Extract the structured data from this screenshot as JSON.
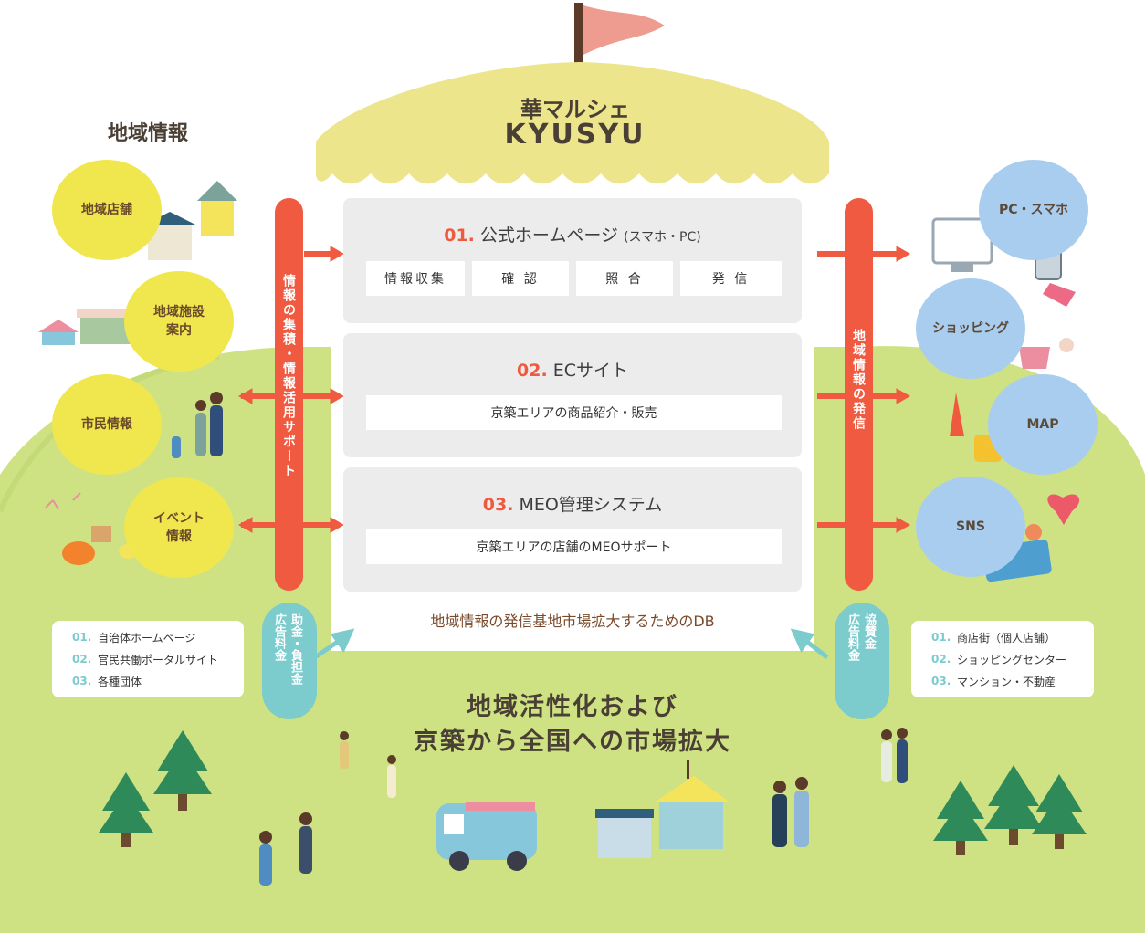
{
  "title": {
    "line1": "華マルシェ",
    "line2": "KYUSYU"
  },
  "left_heading": "地域情報",
  "left_circles": [
    {
      "id": "shop",
      "label": "地域店舗"
    },
    {
      "id": "facility",
      "label": "地域施設\n案内"
    },
    {
      "id": "citizen",
      "label": "市民情報"
    },
    {
      "id": "event",
      "label": "イベント\n情報"
    }
  ],
  "right_circles": [
    {
      "id": "pc",
      "label": "PC・スマホ"
    },
    {
      "id": "shopping",
      "label": "ショッピング"
    },
    {
      "id": "map",
      "label": "MAP"
    },
    {
      "id": "sns",
      "label": "SNS"
    }
  ],
  "left_bar_text": "情報の集積・情報活用サポート",
  "right_bar_text": "地域情報の発信",
  "panels": [
    {
      "num": "01.",
      "title": "公式ホームページ",
      "sub": "(スマホ・PC)",
      "steps": [
        "情報収集",
        "確 認",
        "照 合",
        "発 信"
      ]
    },
    {
      "num": "02.",
      "title": "ECサイト",
      "bar": "京築エリアの商品紹介・販売"
    },
    {
      "num": "03.",
      "title": "MEO管理システム",
      "bar": "京築エリアの店舗のMEOサポート"
    }
  ],
  "db_caption": "地域情報の発信基地市場拡大するためのDB",
  "left_pill": "助金・負担金\n広告料金",
  "right_pill": "協賛金\n広告料金",
  "left_list": [
    {
      "num": "01.",
      "label": "自治体ホームページ"
    },
    {
      "num": "02.",
      "label": "官民共働ポータルサイト"
    },
    {
      "num": "03.",
      "label": "各種団体"
    }
  ],
  "right_list": [
    {
      "num": "01.",
      "label": "商店街（個人店舗）"
    },
    {
      "num": "02.",
      "label": "ショッピングセンター"
    },
    {
      "num": "03.",
      "label": "マンション・不動産"
    }
  ],
  "slogan": {
    "line1": "地域活性化および",
    "line2": "京築から全国への市場拡大"
  },
  "colors": {
    "field": "#cfe283",
    "canopy": "#ece58c",
    "arrow": "#f05a40",
    "teal": "#7ccbcd",
    "yellow_circle": "#f0e74e",
    "blue_circle": "#a9cdee"
  }
}
